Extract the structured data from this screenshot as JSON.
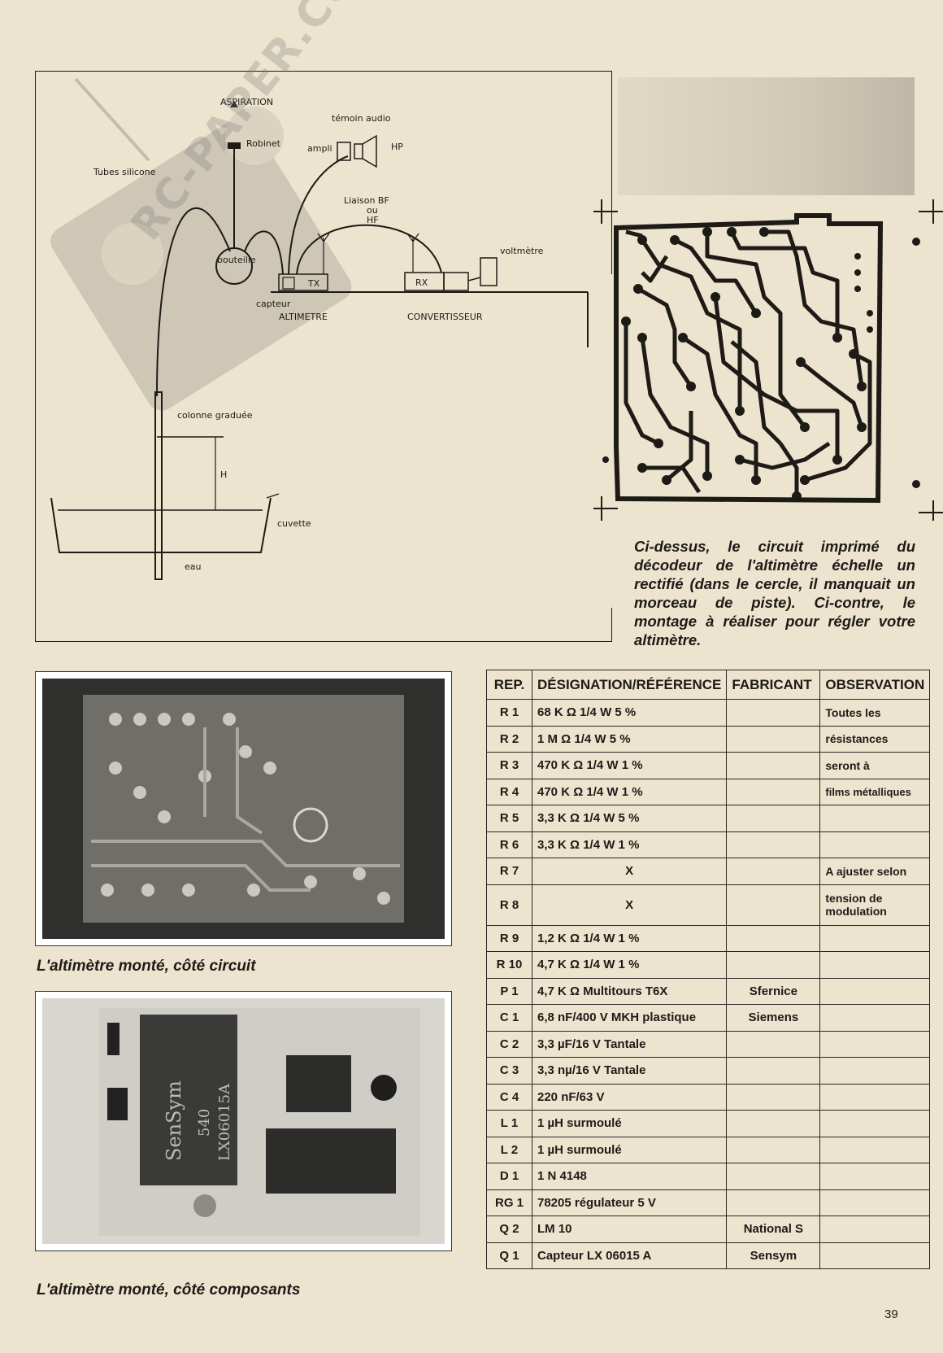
{
  "diagram": {
    "labels": {
      "aspiration": "ASPIRATION",
      "robinet": "Robinet",
      "temoin_audio": "témoin audio",
      "ampli": "ampli",
      "hp": "HP",
      "tubes_silicone": "Tubes silicone",
      "liaison": "Liaison BF",
      "ou": "ou",
      "hf": "HF",
      "voltmetre": "voltmètre",
      "bouteille": "bouteille",
      "tx": "TX",
      "rx": "RX",
      "capteur": "capteur",
      "altimetre": "ALTIMETRE",
      "convertisseur": "CONVERTISSEUR",
      "colonne_graduee": "colonne graduée",
      "h": "H",
      "cuvette": "cuvette",
      "eau": "eau"
    },
    "watermark": "RC-PAPER.COM"
  },
  "caption": "Ci-dessus, le circuit imprimé du décodeur de l'altimètre échelle un rectifié (dans le cercle, il manquait un morceau de piste). Ci-contre, le montage à réaliser pour régler votre altimètre.",
  "photos": {
    "circuit_caption": "L'altimètre monté, côté circuit",
    "components_caption": "L'altimètre monté, côté composants"
  },
  "table": {
    "headers": [
      "REP.",
      "DÉSIGNATION/RÉFÉRENCE",
      "FABRICANT",
      "OBSERVATION"
    ],
    "rows": [
      {
        "rep": "R  1",
        "des": "68 K Ω 1/4 W 5 %",
        "fab": "",
        "obs": "Toutes les"
      },
      {
        "rep": "R  2",
        "des": "1 M Ω 1/4 W 5 %",
        "fab": "",
        "obs": "résistances"
      },
      {
        "rep": "R  3",
        "des": "470 K Ω 1/4 W 1 %",
        "fab": "",
        "obs": "seront à"
      },
      {
        "rep": "R  4",
        "des": "470 K Ω 1/4 W 1 %",
        "fab": "",
        "obs": "films métalliques"
      },
      {
        "rep": "R  5",
        "des": "3,3 K Ω 1/4 W 5 %",
        "fab": "",
        "obs": ""
      },
      {
        "rep": "R  6",
        "des": "3,3 K Ω 1/4 W 1 %",
        "fab": "",
        "obs": ""
      },
      {
        "rep": "R  7",
        "des": "X",
        "fab": "",
        "obs": "A ajuster selon"
      },
      {
        "rep": "R  8",
        "des": "X",
        "fab": "",
        "obs": "tension de modulation"
      },
      {
        "rep": "R  9",
        "des": "1,2 K Ω 1/4 W 1 %",
        "fab": "",
        "obs": ""
      },
      {
        "rep": "R 10",
        "des": "4,7 K Ω 1/4 W 1 %",
        "fab": "",
        "obs": ""
      },
      {
        "rep": "P 1",
        "des": "4,7 K Ω Multitours T6X",
        "fab": "Sfernice",
        "obs": ""
      },
      {
        "rep": "C 1",
        "des": "6,8 nF/400 V MKH plastique",
        "fab": "Siemens",
        "obs": ""
      },
      {
        "rep": "C 2",
        "des": "3,3 µF/16 V Tantale",
        "fab": "",
        "obs": ""
      },
      {
        "rep": "C 3",
        "des": "3,3 nµ/16 V Tantale",
        "fab": "",
        "obs": ""
      },
      {
        "rep": "C 4",
        "des": "220 nF/63 V",
        "fab": "",
        "obs": ""
      },
      {
        "rep": "L 1",
        "des": "1 µH surmoulé",
        "fab": "",
        "obs": ""
      },
      {
        "rep": "L 2",
        "des": "1 µH surmoulé",
        "fab": "",
        "obs": ""
      },
      {
        "rep": "D 1",
        "des": "1 N 4148",
        "fab": "",
        "obs": ""
      },
      {
        "rep": "RG 1",
        "des": "78205 régulateur 5 V",
        "fab": "",
        "obs": ""
      },
      {
        "rep": "Q 2",
        "des": "LM 10",
        "fab": "National S",
        "obs": ""
      },
      {
        "rep": "Q 1",
        "des": "Capteur LX 06015 A",
        "fab": "Sensym",
        "obs": ""
      }
    ]
  },
  "page_number": "39"
}
